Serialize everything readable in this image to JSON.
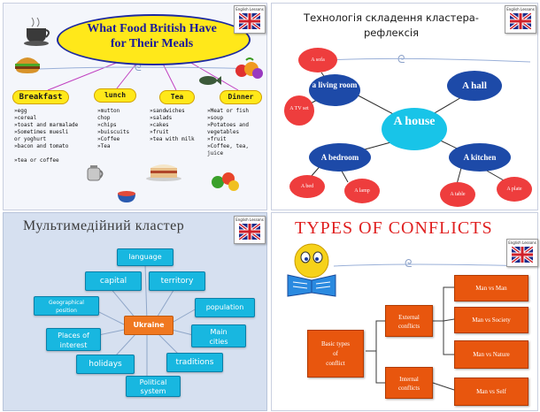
{
  "flag_caption": "English Lessons",
  "food_panel": {
    "title_line1": "What Food British Have",
    "title_line2": "for Their Meals",
    "breakfast": {
      "label": "Breakfast",
      "items": "»egg\n»cereal\n»toast and marmalade\n»Sometimes muesli\n  or yoghurt\n»bacon and tomato\n\n»tea or coffee"
    },
    "lunch": {
      "label": "lunch",
      "items": "»mutton\n chop\n»chips\n»buiscuits\n»Coffee\n»Tea"
    },
    "tea": {
      "label": "Tea",
      "items": "»sandwiches\n»salads\n»cakes\n»fruit\n»tea with milk"
    },
    "dinner": {
      "label": "Dinner",
      "items": "»Meat or fish\n»soup\n»Potatoes and\n vegetables\n»fruit\n»Coffee, tea, juice"
    }
  },
  "house_panel": {
    "title_line1": "Технологія складення кластера-",
    "title_line2": "рефлексія",
    "center": "A house",
    "nodes": {
      "living_room": "a living room",
      "hall": "A hall",
      "bedroom": "A bedroom",
      "kitchen": "A kitchen"
    },
    "leaves": {
      "sofa": "A sofa",
      "tv_set": "A TV set",
      "bed": "A bed",
      "lamp": "A lamp",
      "table": "A table",
      "plate": "A plate"
    }
  },
  "ukraine_panel": {
    "title": "Мультимедійний кластер",
    "center": "Ukraine",
    "boxes": {
      "language": "language",
      "capital": "capital",
      "territory": "territory",
      "geo_line1": "Geographical",
      "geo_line2": "position",
      "population": "population",
      "places_line1": "Places of",
      "places_line2": "interest",
      "main_line1": "Main",
      "main_line2": "cities",
      "holidays": "holidays",
      "traditions": "traditions",
      "political_line1": "Political",
      "political_line2": "system"
    }
  },
  "conflicts_panel": {
    "title": "TYPES OF CONFLICTS",
    "root_line1": "Basic types",
    "root_line2": "of",
    "root_line3": "conflict",
    "external_line1": "External",
    "external_line2": "conflicts",
    "internal_line1": "Internal",
    "internal_line2": "conflicts",
    "leaves": {
      "man_man": "Man vs Man",
      "man_society": "Man vs Society",
      "man_nature": "Man vs Nature",
      "man_self": "Man vs Self"
    }
  },
  "colors": {
    "yellow": "#ffe81a",
    "navy": "#1d4aa8",
    "red": "#ee3d3d",
    "cyan": "#18c4e8",
    "orange": "#e8560e",
    "accent_orange": "#f07820"
  }
}
